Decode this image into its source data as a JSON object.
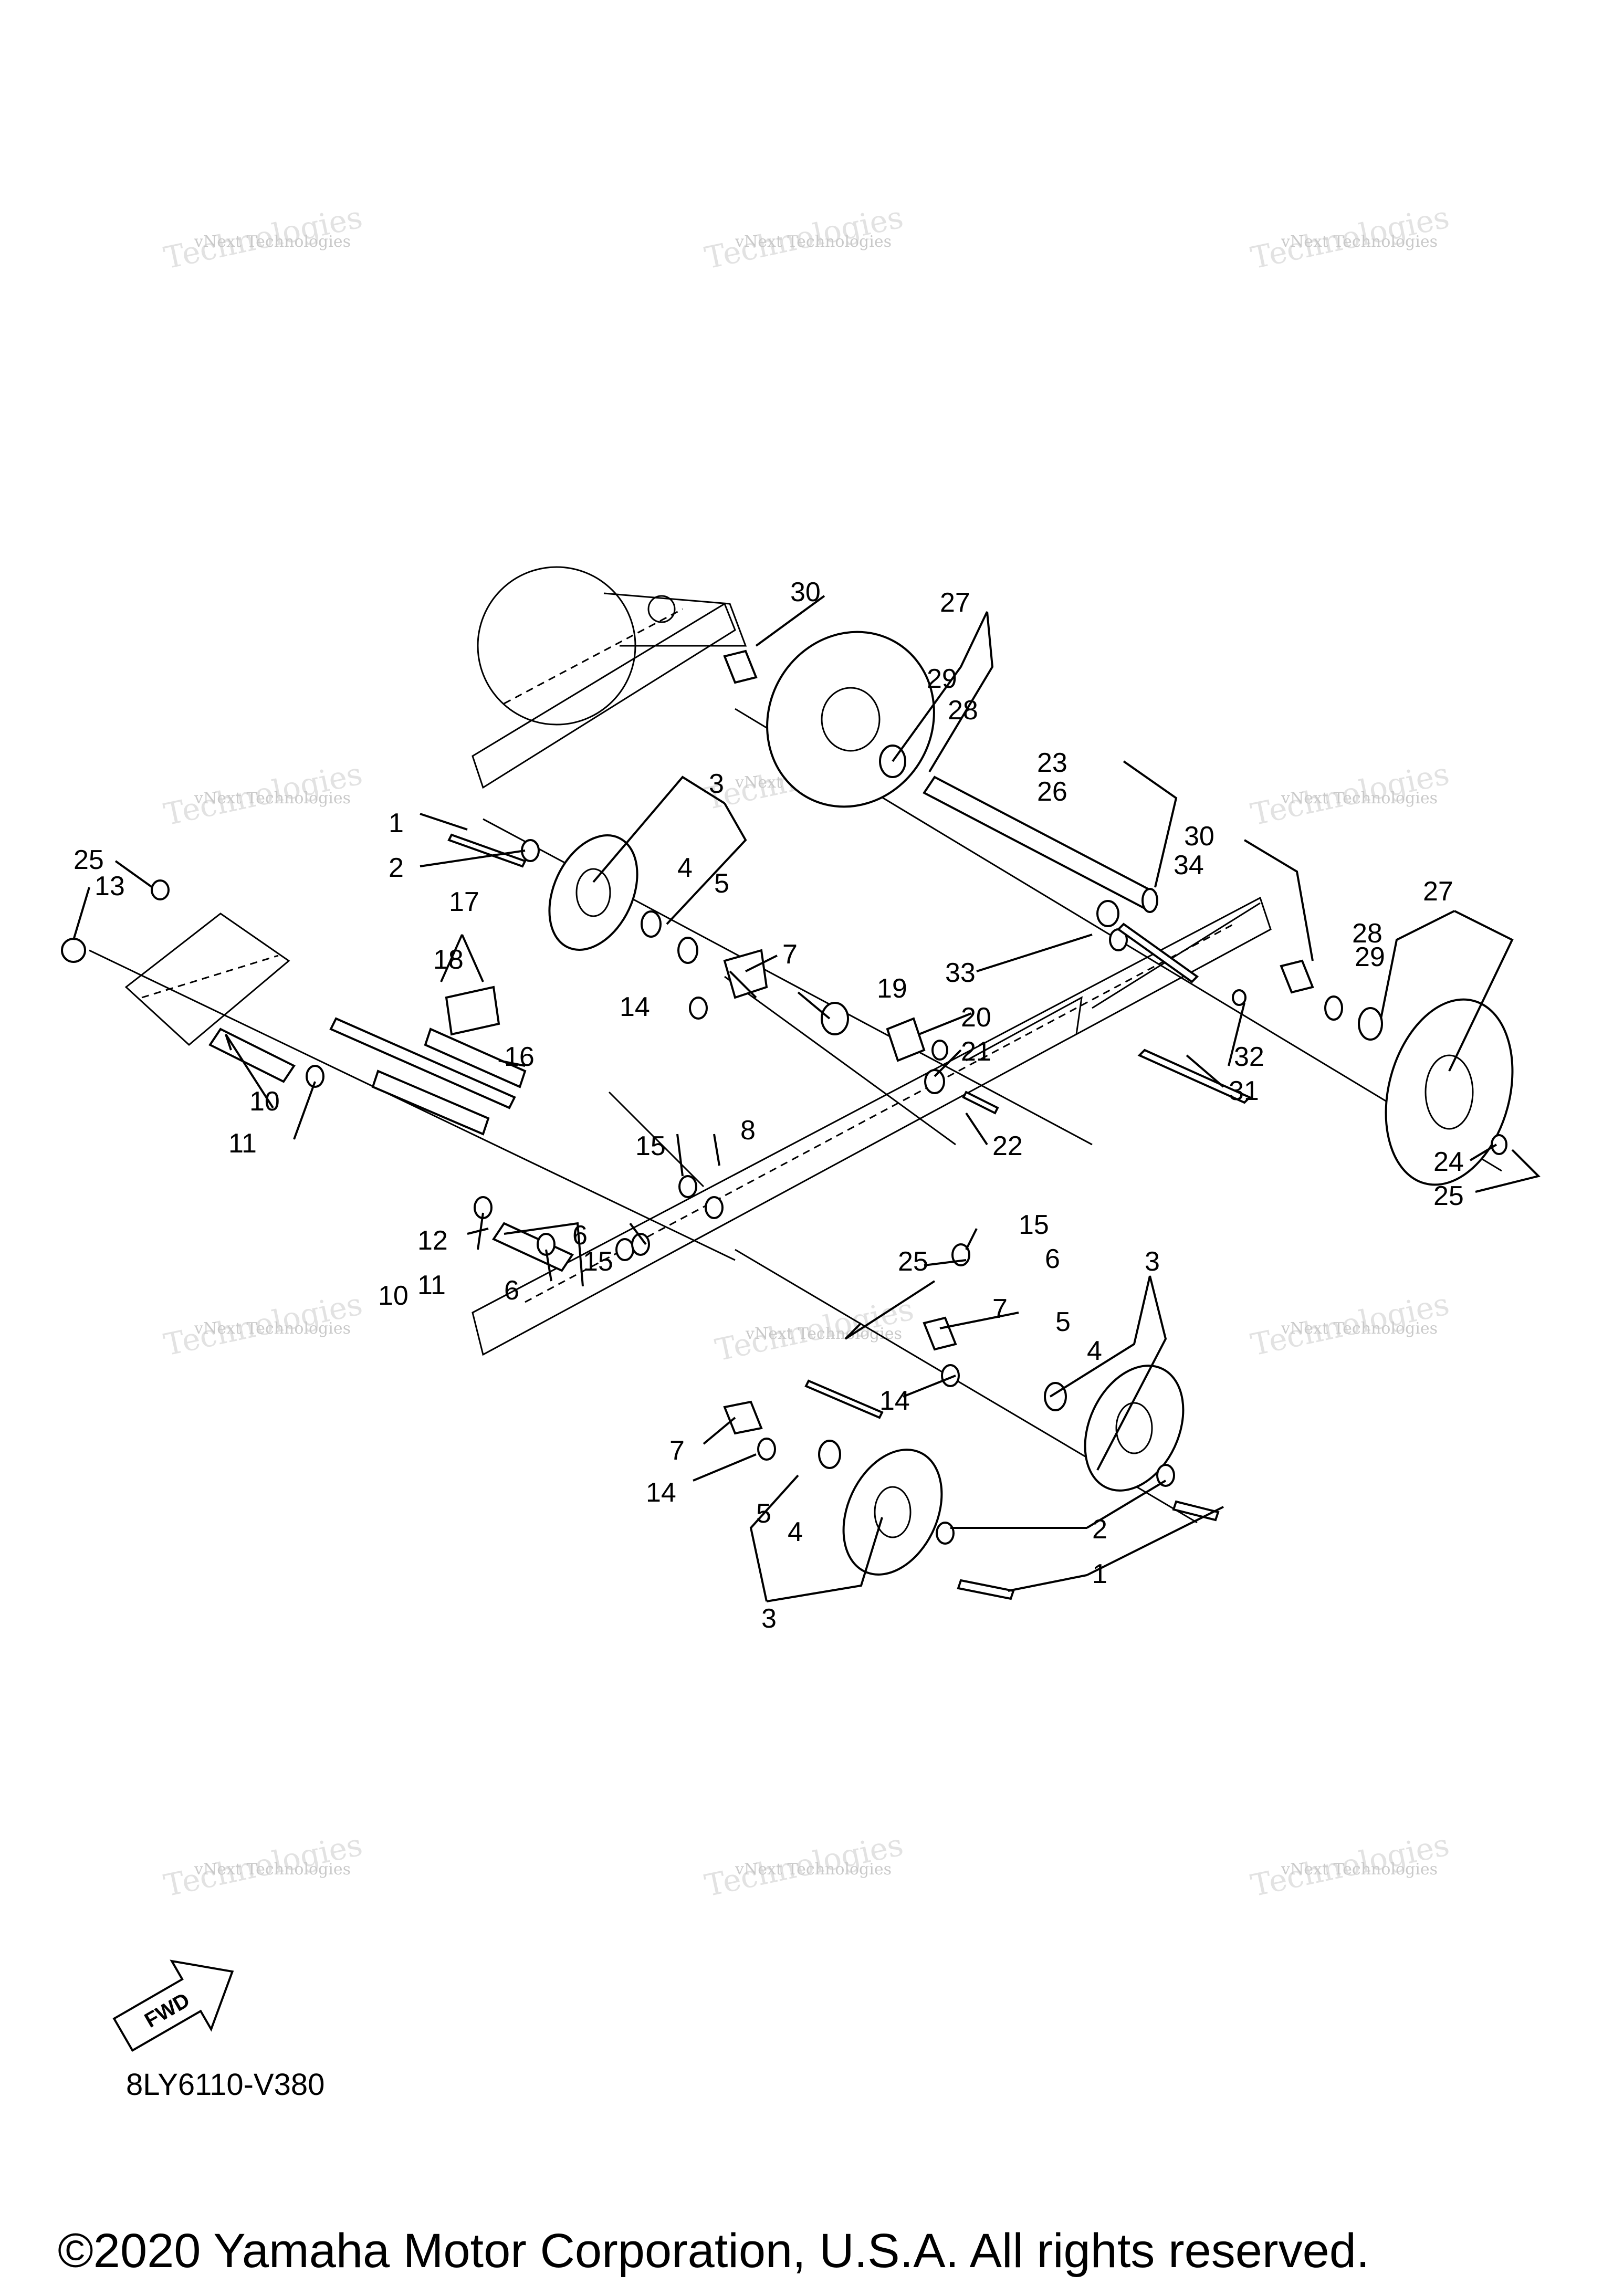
{
  "watermark": {
    "line1": "vNext Technologies",
    "line2": "vNext",
    "line3": "Technologies"
  },
  "callouts": [
    {
      "id": "c30a",
      "label": "30"
    },
    {
      "id": "c27a",
      "label": "27"
    },
    {
      "id": "c29a",
      "label": "29"
    },
    {
      "id": "c28a",
      "label": "28"
    },
    {
      "id": "c23",
      "label": "23"
    },
    {
      "id": "c26",
      "label": "26"
    },
    {
      "id": "c30b",
      "label": "30"
    },
    {
      "id": "c34",
      "label": "34"
    },
    {
      "id": "c27b",
      "label": "27"
    },
    {
      "id": "c28b",
      "label": "28"
    },
    {
      "id": "c29b",
      "label": "29"
    },
    {
      "id": "c33",
      "label": "33"
    },
    {
      "id": "c32",
      "label": "32"
    },
    {
      "id": "c31",
      "label": "31"
    },
    {
      "id": "c24",
      "label": "24"
    },
    {
      "id": "c25a",
      "label": "25"
    },
    {
      "id": "c3a",
      "label": "3"
    },
    {
      "id": "c1a",
      "label": "1"
    },
    {
      "id": "c2a",
      "label": "2"
    },
    {
      "id": "c4a",
      "label": "4"
    },
    {
      "id": "c5a",
      "label": "5"
    },
    {
      "id": "c7a",
      "label": "7"
    },
    {
      "id": "c14a",
      "label": "14"
    },
    {
      "id": "c19",
      "label": "19"
    },
    {
      "id": "c20",
      "label": "20"
    },
    {
      "id": "c21",
      "label": "21"
    },
    {
      "id": "c22",
      "label": "22"
    },
    {
      "id": "c25b",
      "label": "25"
    },
    {
      "id": "c13",
      "label": "13"
    },
    {
      "id": "c17",
      "label": "17"
    },
    {
      "id": "c18",
      "label": "18"
    },
    {
      "id": "c16",
      "label": "16"
    },
    {
      "id": "c10a",
      "label": "10"
    },
    {
      "id": "c11a",
      "label": "11"
    },
    {
      "id": "c8",
      "label": "8"
    },
    {
      "id": "c15a",
      "label": "15"
    },
    {
      "id": "c15b",
      "label": "15"
    },
    {
      "id": "c6a",
      "label": "6"
    },
    {
      "id": "c12",
      "label": "12"
    },
    {
      "id": "c11b",
      "label": "11"
    },
    {
      "id": "c6b",
      "label": "6"
    },
    {
      "id": "c15c",
      "label": "15"
    },
    {
      "id": "c25c",
      "label": "25"
    },
    {
      "id": "c10b",
      "label": "10"
    },
    {
      "id": "c6c",
      "label": "6"
    },
    {
      "id": "c3b",
      "label": "3"
    },
    {
      "id": "c7b",
      "label": "7"
    },
    {
      "id": "c5b",
      "label": "5"
    },
    {
      "id": "c4b",
      "label": "4"
    },
    {
      "id": "c14b",
      "label": "14"
    },
    {
      "id": "c7c",
      "label": "7"
    },
    {
      "id": "c14c",
      "label": "14"
    },
    {
      "id": "c5c",
      "label": "5"
    },
    {
      "id": "c4c",
      "label": "4"
    },
    {
      "id": "c2b",
      "label": "2"
    },
    {
      "id": "c1b",
      "label": "1"
    },
    {
      "id": "c3c",
      "label": "3"
    }
  ],
  "fwd_label": "FWD",
  "diagram_code": "8LY6110-V380",
  "copyright": "©2020 Yamaha Motor Corporation, U.S.A. All rights reserved."
}
